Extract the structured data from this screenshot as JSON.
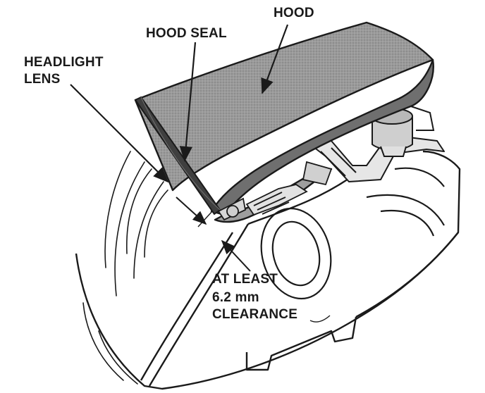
{
  "labels": {
    "hood": "HOOD",
    "hood_seal": "HOOD SEAL",
    "headlight_line1": "HEADLIGHT",
    "headlight_line2": "LENS",
    "clearance_line1": "AT LEAST",
    "clearance_line2": "6.2 mm",
    "clearance_line3": "CLEARANCE"
  },
  "colors": {
    "ink": "#1a1a1a",
    "hood_fill": "#8a8a8a",
    "hood_top": "#a9a9a9",
    "seal_fill": "#4a4a4a",
    "shade_mid": "#bdbdbd",
    "shade_light": "#dcdcdc"
  }
}
